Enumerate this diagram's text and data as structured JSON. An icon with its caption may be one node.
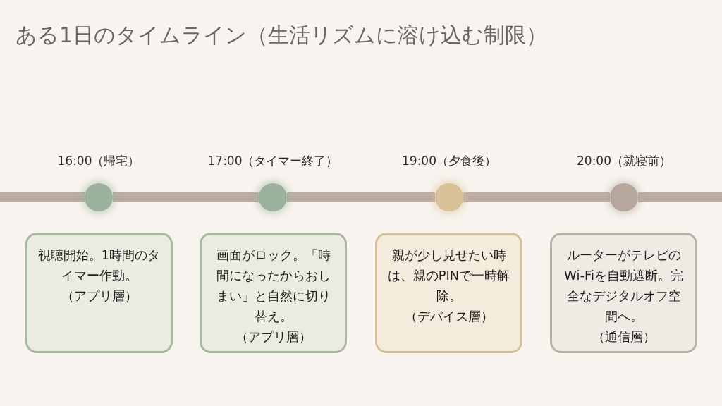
{
  "diagram": {
    "title": "ある1日のタイムライン（生活リズムに溶け込む制限）",
    "nodes": [
      {
        "text": [],
        "shape": "circle",
        "beside": [
          "16:00（帰宅）"
        ]
      },
      {
        "text": [],
        "shape": "circle",
        "beside": [
          "17:00（タイマー終了）"
        ]
      },
      {
        "text": [],
        "shape": "circle",
        "beside": [
          "19:00（夕食後）"
        ]
      },
      {
        "text": [],
        "shape": "circle",
        "beside": [
          "20:00（就寝前）"
        ]
      },
      {
        "text": [
          "視聴開始。1時間のタイマー作動。",
          "（アプリ層）"
        ]
      },
      {
        "text": [
          "画面がロック。「時間になったからおしまい」と自然に切り替え。",
          "（アプリ層）"
        ]
      },
      {
        "text": [
          "親が少し見せたい時は、親のPINで一時解除。",
          "（デバイス層）"
        ]
      },
      {
        "text": [
          "ルーターがテレビのWi-Fiを自動遮断。完全なデジタルオフ空間へ。",
          "（通信層）"
        ]
      }
    ],
    "edges": [
      {
        "from": null,
        "to": 0,
        "arrow": "none"
      },
      {
        "from": 0,
        "to": 1,
        "arrow": "none"
      },
      {
        "from": 1,
        "to": 2,
        "arrow": "none"
      },
      {
        "from": 2,
        "to": 3,
        "arrow": "none"
      },
      {
        "from": 3,
        "to": null,
        "arrow": "none"
      }
    ]
  }
}
